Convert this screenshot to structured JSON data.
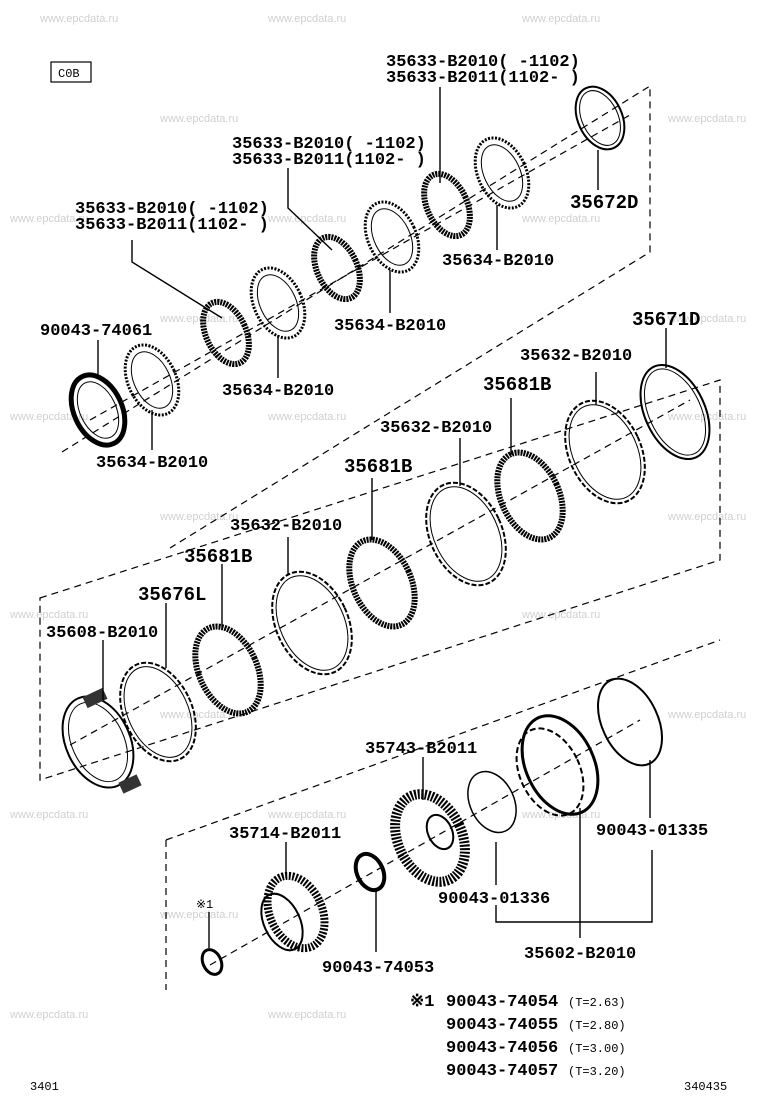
{
  "code_box": "C0B",
  "watermark": "www.epcdata.ru",
  "labels": {
    "p1a": "35633-B2010(    -1102)",
    "p1b": "35633-B2011(1102-     )",
    "p2a": "35633-B2010(    -1102)",
    "p2b": "35633-B2011(1102-     )",
    "p3a": "35633-B2010(    -1102)",
    "p3b": "35633-B2011(1102-     )",
    "p4": "35672D",
    "p5": "35634-B2010",
    "p6": "35634-B2010",
    "p7": "35634-B2010",
    "p8": "35634-B2010",
    "p9": "90043-74061",
    "p10": "35671D",
    "p11": "35632-B2010",
    "p12": "35681B",
    "p13": "35632-B2010",
    "p14": "35681B",
    "p15": "35632-B2010",
    "p16": "35681B",
    "p17": "35676L",
    "p18": "35608-B2010",
    "p19": "35743-B2011",
    "p20": "35714-B2011",
    "p21": "90043-01335",
    "p22": "90043-01336",
    "p23": "90043-74053",
    "p24": "35602-B2010",
    "p25": "※1"
  },
  "note": {
    "mark": "※1",
    "rows": [
      {
        "pn": "90043-74054",
        "t": "(T=2.63)"
      },
      {
        "pn": "90043-74055",
        "t": "(T=2.80)"
      },
      {
        "pn": "90043-74056",
        "t": "(T=3.00)"
      },
      {
        "pn": "90043-74057",
        "t": "(T=3.20)"
      }
    ]
  },
  "footer": {
    "left": "3401",
    "right": "340435"
  }
}
